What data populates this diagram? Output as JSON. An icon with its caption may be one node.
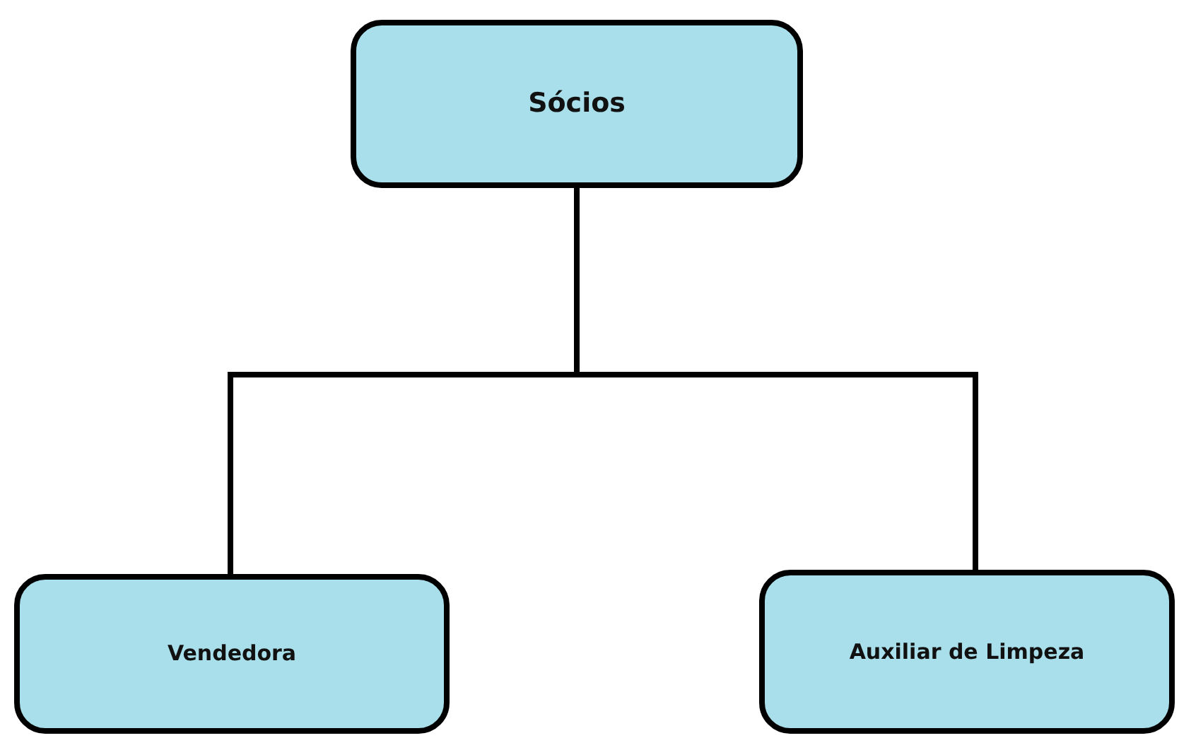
{
  "diagram": {
    "nodes": [
      {
        "text": [
          "Sócios"
        ]
      },
      {
        "text": [
          "Vendedora"
        ]
      },
      {
        "text": [
          "Auxiliar de Limpeza"
        ]
      }
    ],
    "edges": [
      {
        "from": 0,
        "to": 1,
        "arrow": "none"
      },
      {
        "from": 0,
        "to": 2,
        "arrow": "none"
      }
    ]
  }
}
